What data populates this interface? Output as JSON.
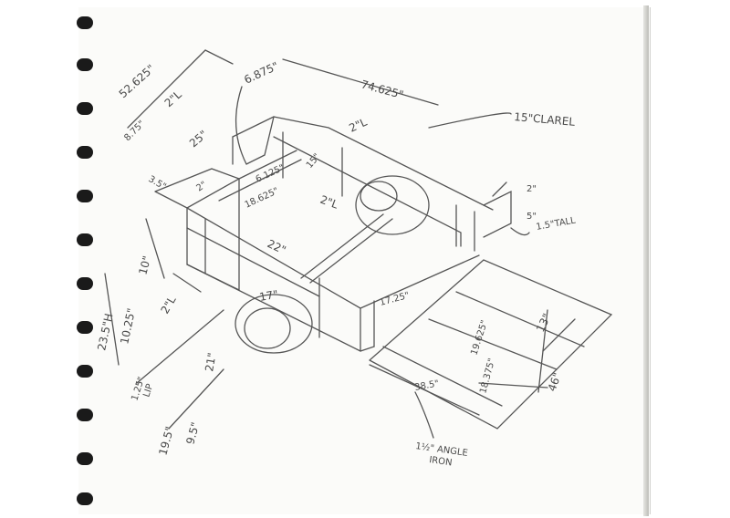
{
  "labels": {
    "d52": "52.625\"",
    "d2l_a": "2\"L",
    "d875": "8.75\"",
    "d25": "25\"",
    "d35": "3.5\"",
    "d6875": "6.875\"",
    "d74": "74.625\"",
    "d2l_b": "2\"L",
    "d15r": "15\"",
    "d6125": "6.125\"",
    "d18": "18.625\"",
    "d2l_c": "2\"L",
    "d2a": "2\"",
    "d22": "22\"",
    "d15c": "15\"CLAREL",
    "d2r": "2\"",
    "d5r": "5\"",
    "d15tall": "1.5\"TALL",
    "d10": "10\"",
    "d235": "23.5\"H",
    "d1025": "10.25\"",
    "d2l_d": "2\"L",
    "d17": "17\"",
    "d1725": "17.25\"",
    "d1925": "19.625\"",
    "d13": "13\"",
    "d125": "1.25\"",
    "lip": "LIP",
    "d21": "21\"",
    "d1875": "18.375\"",
    "d46": "46\"",
    "d385": "38.5\"",
    "d195": "19.5\"",
    "d95": "9.5\"",
    "angle": "1½\" ANGLE",
    "iron": "IRON"
  }
}
